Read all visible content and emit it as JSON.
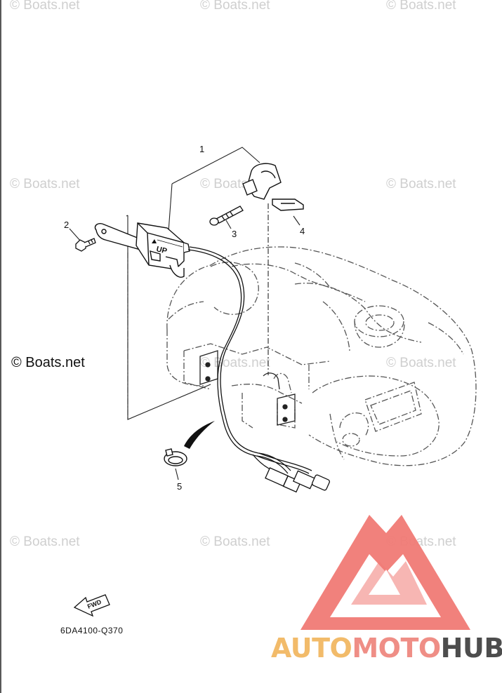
{
  "watermark": "© Boats.net",
  "copyright": "© Boats.net",
  "diagram_code": "6DA4100-Q370",
  "callouts": [
    "1",
    "2",
    "3",
    "4",
    "5"
  ],
  "fwd_label": "FWD",
  "up_label": "UP",
  "brand": {
    "part1": "AUTO",
    "part2": "MOTO",
    "part3": "HUB",
    "colors": {
      "auto": "#f2bb6a",
      "moto": "#ef8e86",
      "hub": "#4d4d4d",
      "logo": "#f07a75"
    }
  }
}
